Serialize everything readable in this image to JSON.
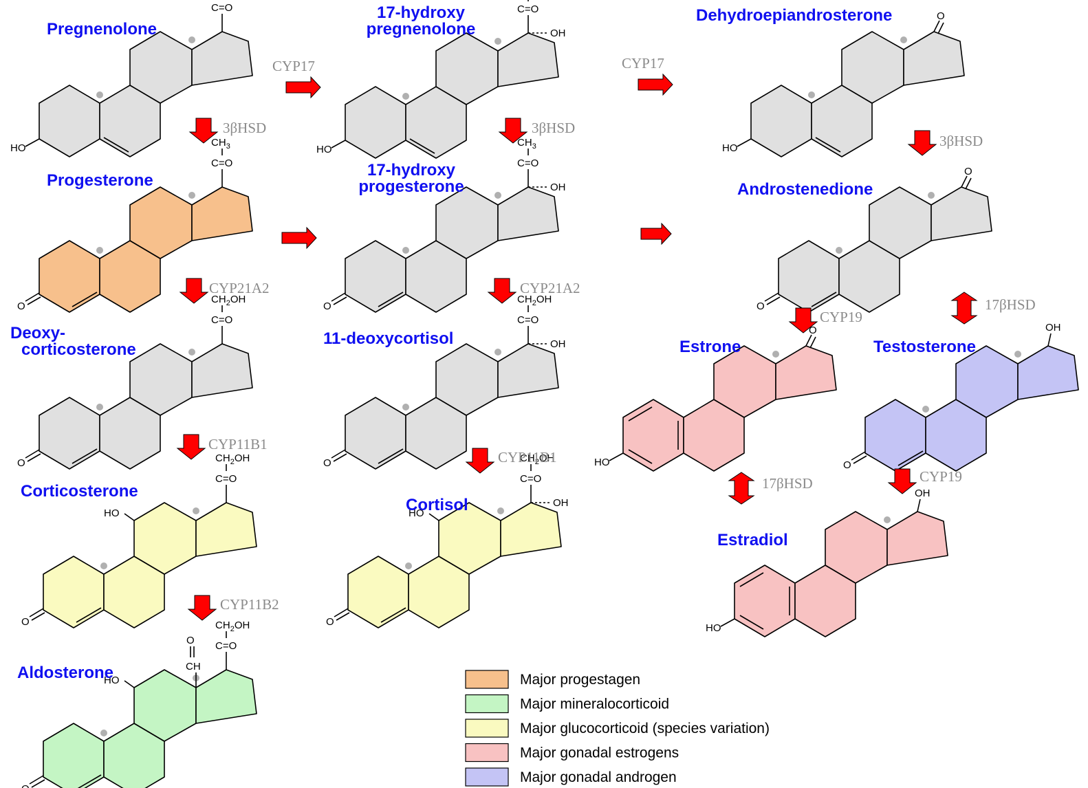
{
  "compounds": {
    "preg": {
      "name": [
        "Pregnenolone"
      ],
      "fill": "#e0e0e0"
    },
    "ohpreg": {
      "name": [
        "17-hydroxy",
        "pregnenolone"
      ],
      "fill": "#e0e0e0"
    },
    "dhea": {
      "name": [
        "Dehydroepiandrosterone"
      ],
      "fill": "#e0e0e0"
    },
    "prog": {
      "name": [
        "Progesterone"
      ],
      "fill": "#f7c08c"
    },
    "ohprog": {
      "name": [
        "17-hydroxy",
        "progesterone"
      ],
      "fill": "#e0e0e0"
    },
    "andro": {
      "name": [
        "Androstenedione"
      ],
      "fill": "#e0e0e0"
    },
    "doc": {
      "name": [
        "Deoxy-",
        "corticosterone"
      ],
      "fill": "#e0e0e0"
    },
    "dcort": {
      "name": [
        "11-deoxycortisol"
      ],
      "fill": "#e0e0e0"
    },
    "estrone": {
      "name": [
        "Estrone"
      ],
      "fill": "#f8c2c2"
    },
    "testo": {
      "name": [
        "Testosterone"
      ],
      "fill": "#c4c4f5"
    },
    "cortico": {
      "name": [
        "Corticosterone"
      ],
      "fill": "#fafac0"
    },
    "cortisol": {
      "name": [
        "Cortisol"
      ],
      "fill": "#fafac0"
    },
    "estradiol": {
      "name": [
        "Estradiol"
      ],
      "fill": "#f8c2c2"
    },
    "aldo": {
      "name": [
        "Aldosterone"
      ],
      "fill": "#c4f5c4"
    }
  },
  "atoms": {
    "ho": "HO",
    "o": "O",
    "oh": "OH",
    "ch3": "CH3",
    "ch2oh": "CH2OH",
    "co": "C=O",
    "ch": "CH"
  },
  "enzymes": {
    "cyp17": "CYP17",
    "hsd3b": "3βHSD",
    "cyp21": "CYP21A2",
    "cyp11b1": "CYP11B1",
    "cyp11b2": "CYP11B2",
    "cyp19": "CYP19",
    "hsd17b": "17βHSD"
  },
  "arrow_color": "#ff0000",
  "legend": [
    {
      "label": "Major progestagen",
      "color": "#f7c08c"
    },
    {
      "label": "Major mineralocorticoid",
      "color": "#c4f5c4"
    },
    {
      "label": "Major glucocorticoid (species variation)",
      "color": "#fafac0"
    },
    {
      "label": "Major gonadal estrogens",
      "color": "#f8c2c2"
    },
    {
      "label": "Major gonadal androgen",
      "color": "#c4c4f5"
    }
  ]
}
